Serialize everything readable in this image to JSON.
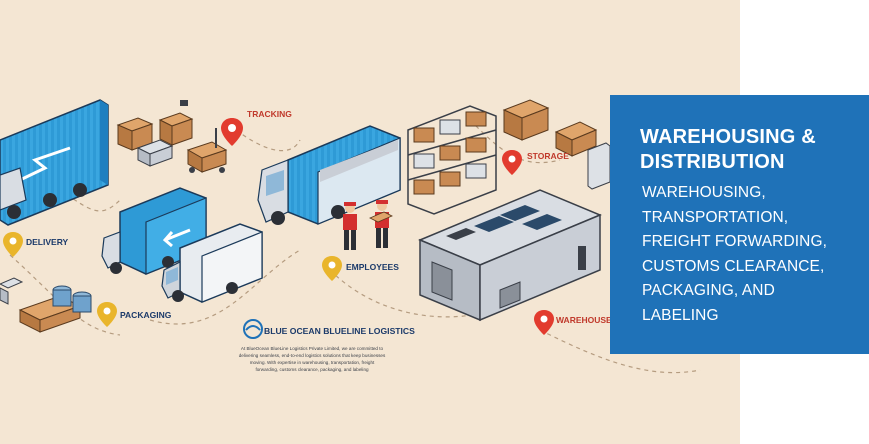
{
  "illustration": {
    "labels": {
      "tracking": "TRACKING",
      "storage": "STORAGE",
      "delivery": "DELIVERY",
      "employees": "EMPLOYEES",
      "packaging": "PACKAGING",
      "warehouse": "WAREHOUSE"
    },
    "logo": {
      "name": "BLUE OCEAN BLUELINE LOGISTICS",
      "description_lines": [
        "At BlueOcean BlueLine Logistics Private Limited, we are committed to",
        "delivering seamless, end-to-end logistics solutions that keep businesses",
        "moving. With expertise in warehousing, transportation, freight",
        "forwarding, customs clearance, packaging, and labeling"
      ]
    },
    "colors": {
      "background": "#f4e6d3",
      "truck_blue": "#2e9ad6",
      "pin_red": "#e23b2e",
      "pin_yellow": "#e9b52b",
      "box_brown": "#c98a52"
    }
  },
  "panel": {
    "title_lines": [
      "WAREHOUSING &",
      "DISTRIBUTION"
    ],
    "service_lines": [
      "WAREHOUSING,",
      "TRANSPORTATION,",
      "FREIGHT FORWARDING,",
      "CUSTOMS CLEARANCE,",
      "PACKAGING, AND",
      "LABELING"
    ],
    "color": "#1f72b8"
  }
}
